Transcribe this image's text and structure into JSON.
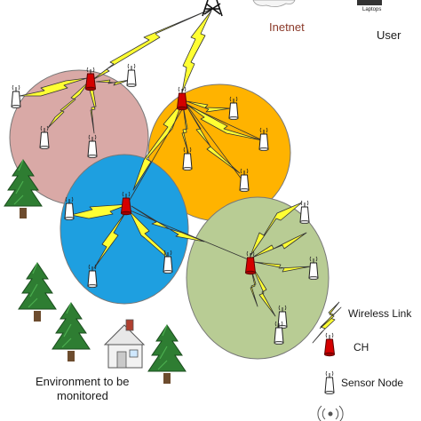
{
  "labels": {
    "internet": "Inetnet",
    "user": "User",
    "laptops": "Laptops",
    "environment_line1": "Environment to be",
    "environment_line2": "monitored"
  },
  "legend": {
    "wireless_link": "Wireless Link",
    "ch": "CH",
    "sensor_node": "Sensor Node"
  },
  "colors": {
    "cluster_pink": "#d9a9a6",
    "cluster_orange": "#ffb300",
    "cluster_blue": "#1e9fe0",
    "cluster_green": "#b8cc94",
    "lightning": "#ffff33",
    "cluster_head": "#cc0000",
    "tree": "#2e7d32",
    "internet_text": "#8b3a2a"
  },
  "icons": [
    "tower-icon",
    "cloud-icon",
    "laptop-icon",
    "cluster-head-icon",
    "sensor-node-icon",
    "lightning-icon",
    "tree-icon",
    "house-icon"
  ]
}
